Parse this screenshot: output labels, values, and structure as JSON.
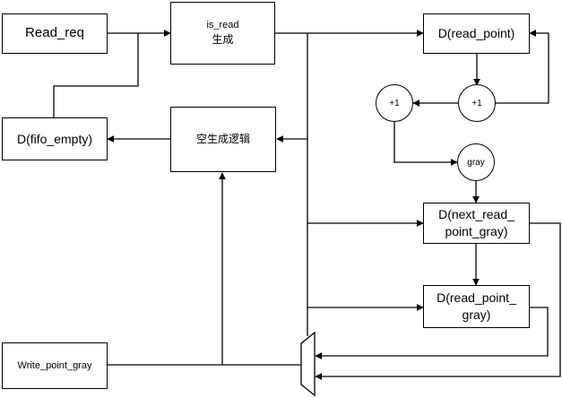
{
  "nodes": {
    "read_req": "Read_req",
    "is_read_line1": "is_read",
    "is_read_line2": "生成",
    "d_read_point": "D(read_point)",
    "plus1_right": "+1",
    "plus1_left": "+1",
    "d_fifo_empty": "D(fifo_empty)",
    "empty_logic": "空生成逻辑",
    "gray": "gray",
    "d_next_line1": "D(next_read_",
    "d_next_line2": "point_gray)",
    "d_rpg_line1": "D(read_point_",
    "d_rpg_line2": "gray)",
    "write_point_gray": "Write_point_gray"
  }
}
